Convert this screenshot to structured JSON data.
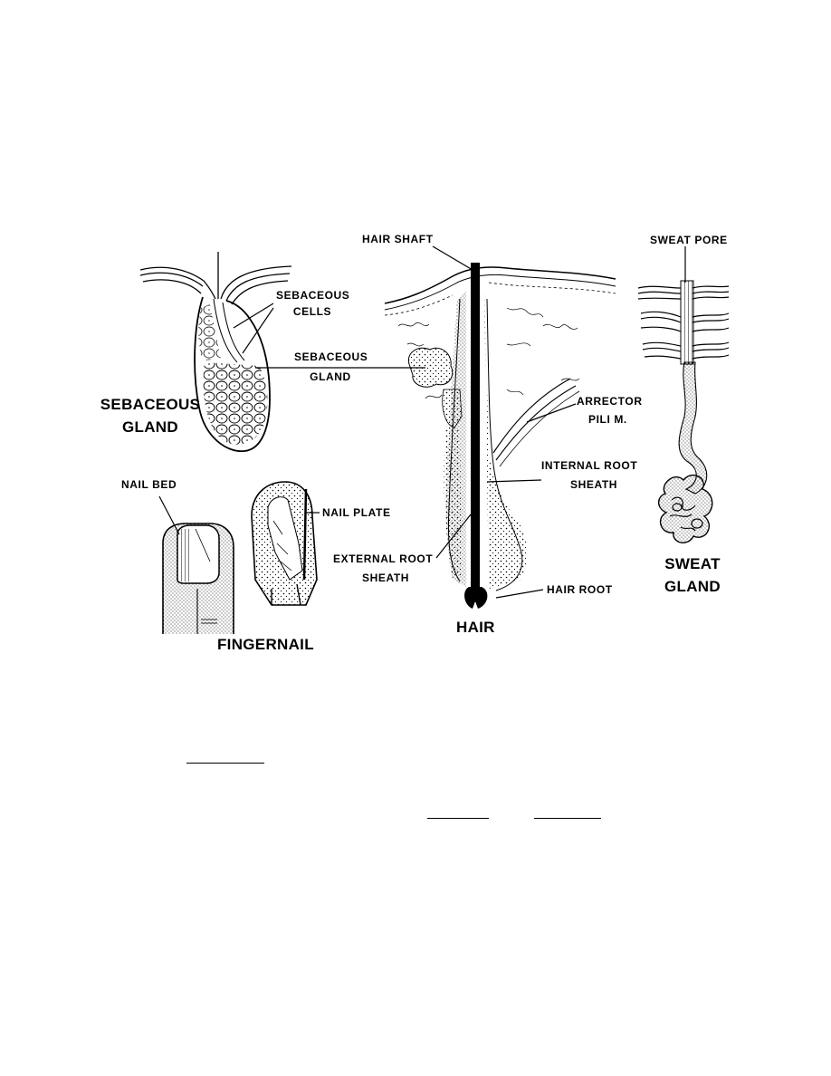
{
  "labels": {
    "hair_shaft": "HAIR SHAFT",
    "sweat_pore": "SWEAT PORE",
    "sebaceous_cells_1": "SEBACEOUS",
    "sebaceous_cells_2": "CELLS",
    "sebaceous_gland_small_1": "SEBACEOUS",
    "sebaceous_gland_small_2": "GLAND",
    "sebaceous_gland_big_1": "SEBACEOUS",
    "sebaceous_gland_big_2": "GLAND",
    "arrector_1": "ARRECTOR",
    "arrector_2": "PILI M.",
    "nail_bed": "NAIL BED",
    "nail_plate": "NAIL PLATE",
    "internal_root_1": "INTERNAL ROOT",
    "internal_root_2": "SHEATH",
    "external_root_1": "EXTERNAL ROOT",
    "external_root_2": "SHEATH",
    "hair_root": "HAIR ROOT",
    "sweat_gland_1": "SWEAT",
    "sweat_gland_2": "GLAND",
    "fingernail": "FINGERNAIL",
    "hair": "HAIR"
  }
}
